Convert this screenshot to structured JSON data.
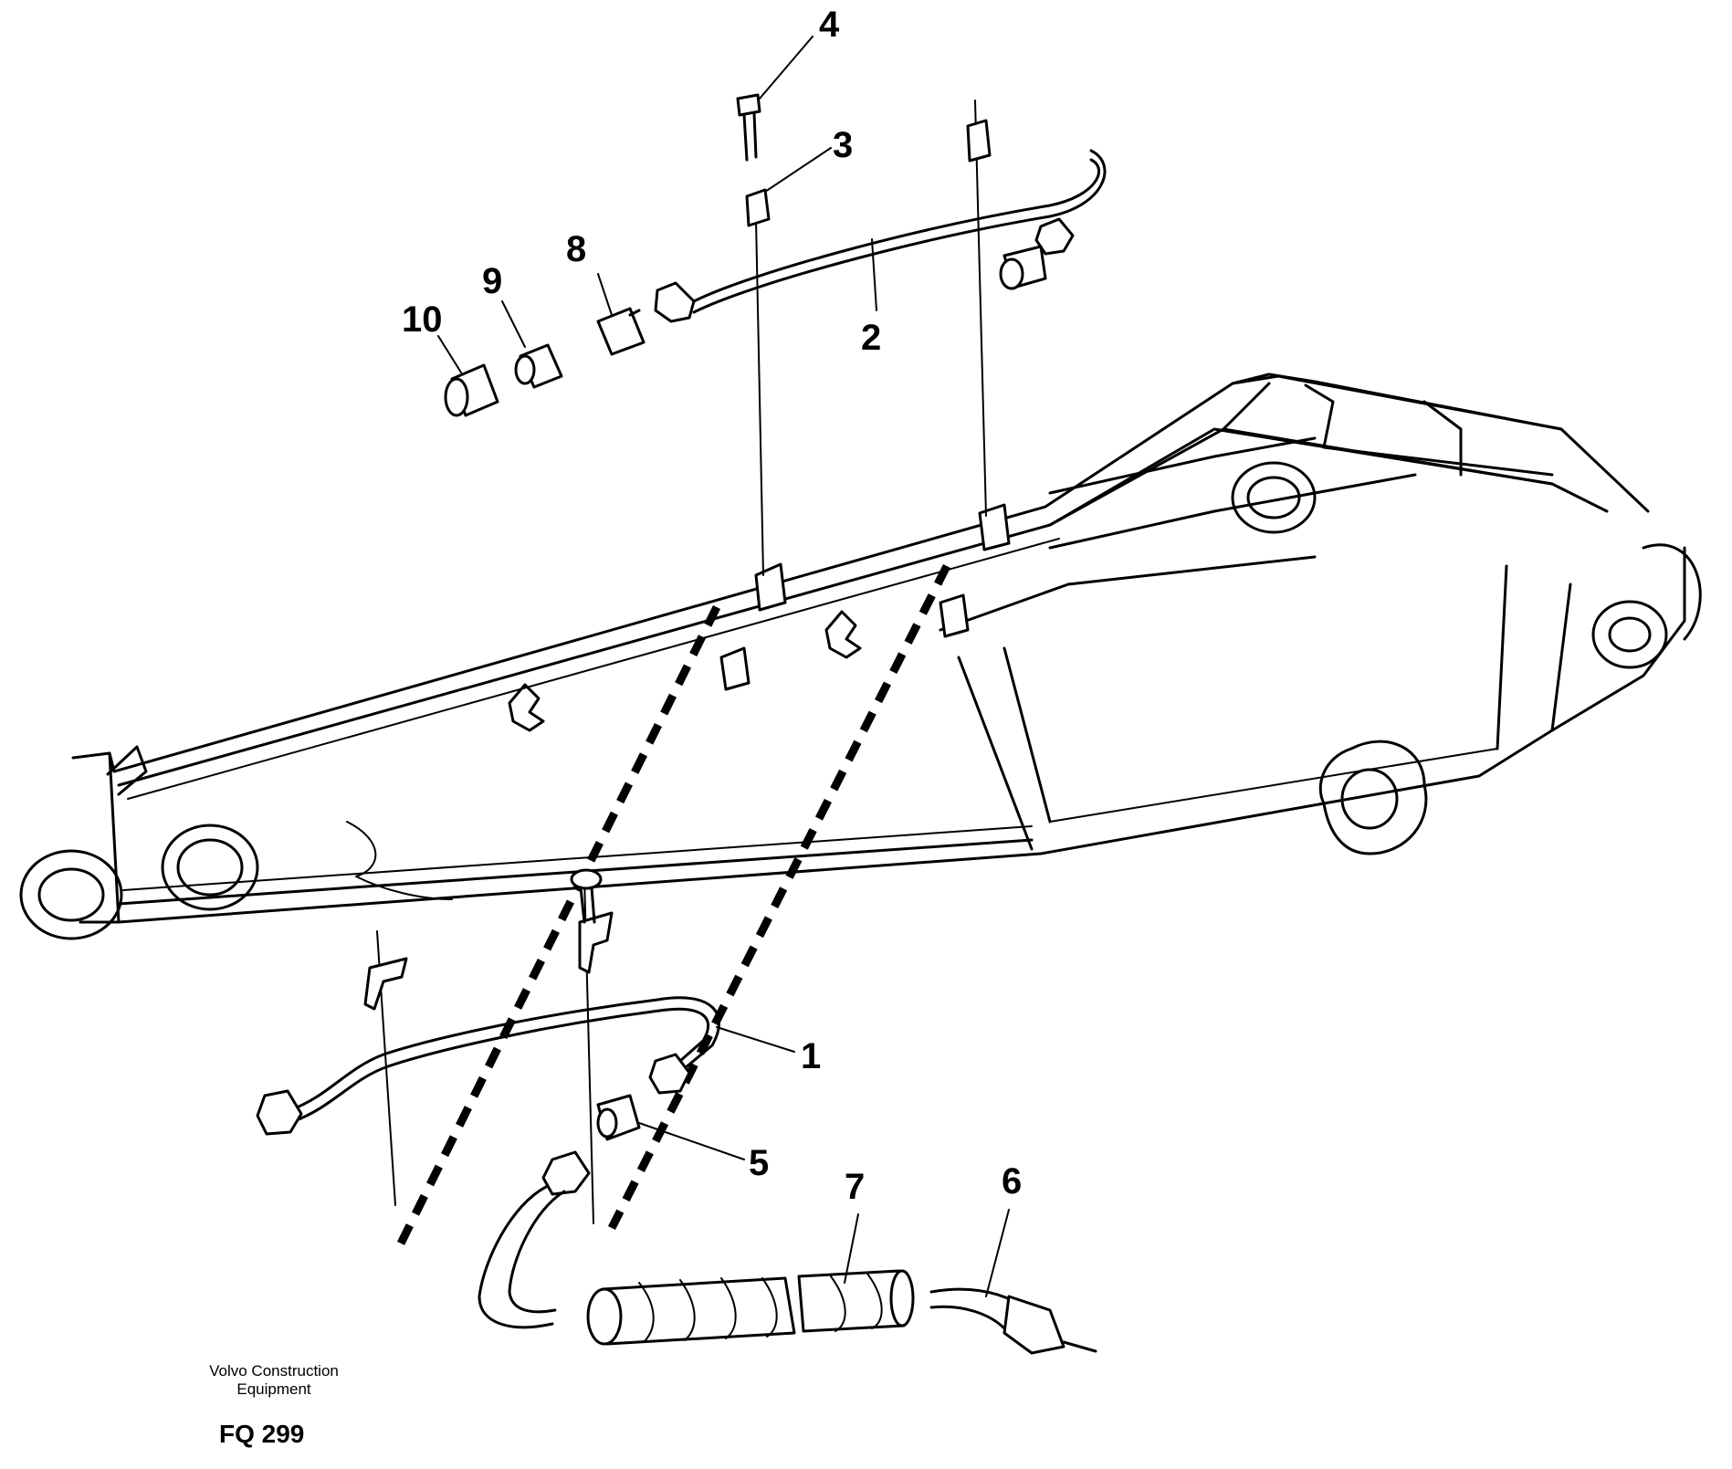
{
  "diagram": {
    "callouts": [
      {
        "id": "1",
        "label": "1"
      },
      {
        "id": "2",
        "label": "2"
      },
      {
        "id": "3",
        "label": "3"
      },
      {
        "id": "4",
        "label": "4"
      },
      {
        "id": "5",
        "label": "5"
      },
      {
        "id": "6",
        "label": "6"
      },
      {
        "id": "7",
        "label": "7"
      },
      {
        "id": "8",
        "label": "8"
      },
      {
        "id": "9",
        "label": "9"
      },
      {
        "id": "10",
        "label": "10"
      }
    ]
  },
  "footer": {
    "company_line1": "Volvo Construction",
    "company_line2": "Equipment",
    "drawing_code": "FQ 299"
  }
}
